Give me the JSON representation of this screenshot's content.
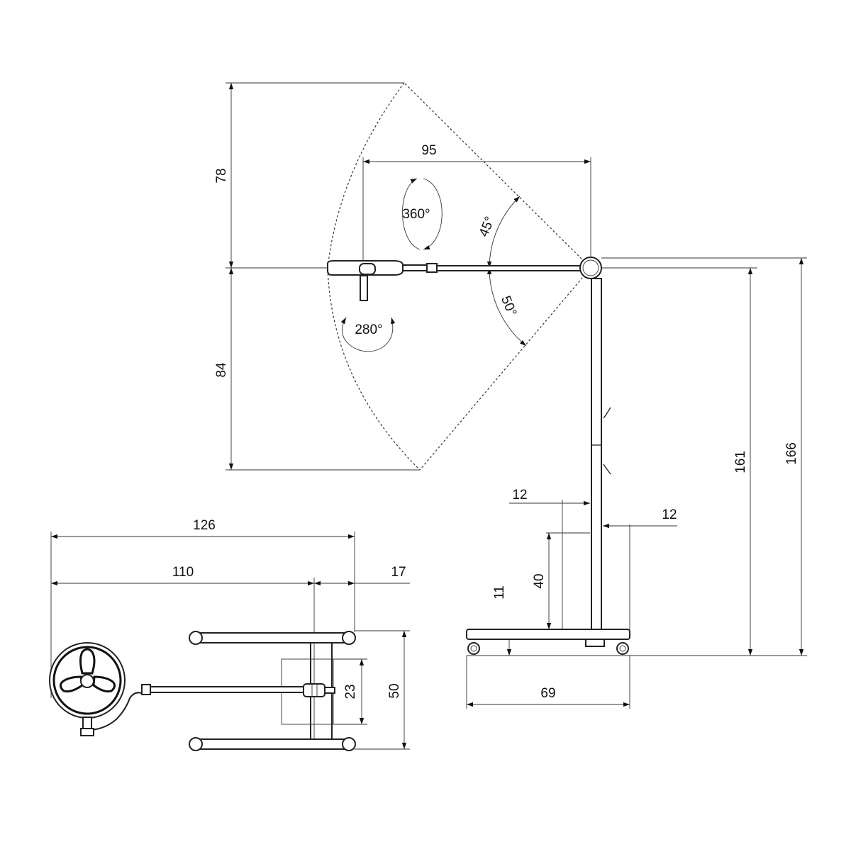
{
  "dimensions": {
    "arc_upper_height": "78",
    "arc_lower_height": "84",
    "arm_reach": "95",
    "tilt_up_angle": "45°",
    "tilt_down_angle": "50°",
    "head_rotation": "360°",
    "arm_rotation": "280°",
    "column_offset_left": "12",
    "column_offset_right": "12",
    "base_upright_height": "40",
    "base_height": "11",
    "pivot_height": "161",
    "total_height": "166",
    "base_width_side": "69",
    "top_total_length": "126",
    "top_arm_length": "110",
    "top_overhang": "17",
    "top_base_depth": "50",
    "top_plate_depth": "23"
  }
}
